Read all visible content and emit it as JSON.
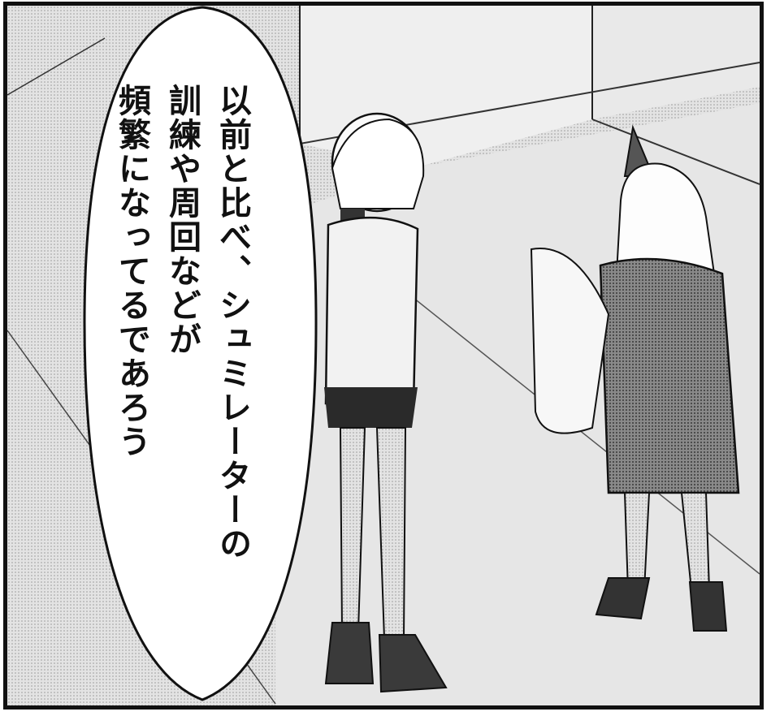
{
  "speech_balloon": {
    "lines": [
      "以前と比べ、シュミレーターの",
      "訓練や周回などが",
      "頻繁になってるであろう"
    ]
  },
  "characters": [
    {
      "name": "short-haired girl in hoodie",
      "icon": "figure-icon"
    },
    {
      "name": "horned girl in kimono",
      "icon": "figure-icon"
    }
  ],
  "colors": {
    "ink": "#111111",
    "screentone": "#cfcfcf",
    "paper": "#ffffff"
  }
}
